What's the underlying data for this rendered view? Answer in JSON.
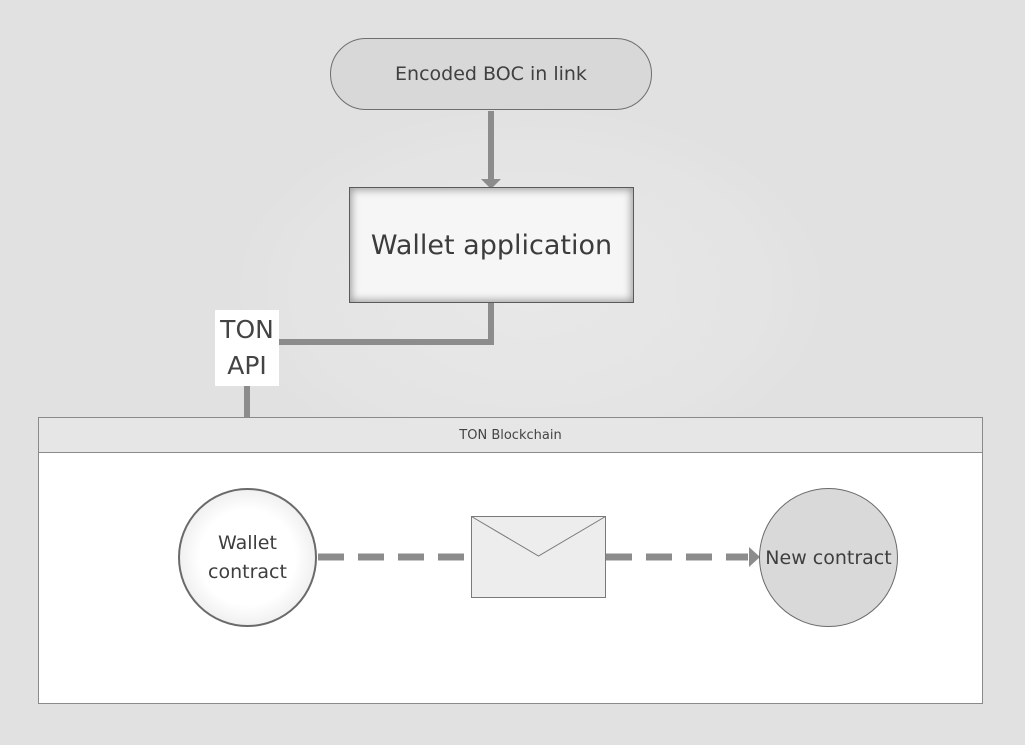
{
  "diagram": {
    "start_node": "Encoded BOC in link",
    "app_node": "Wallet application",
    "api_label": {
      "line1": "TON",
      "line2": "API"
    },
    "pool_title": "TON Blockchain",
    "wallet_contract": {
      "line1": "Wallet",
      "line2": "contract"
    },
    "new_contract": "New contract"
  },
  "colors": {
    "background": "#e1e1e1",
    "connector": "#8c8c8c",
    "terminator_fill": "#d8d8d8",
    "new_contract_fill": "#d9d9d9",
    "envelope_fill": "#ededed"
  },
  "icons": {
    "message": "envelope-icon"
  }
}
